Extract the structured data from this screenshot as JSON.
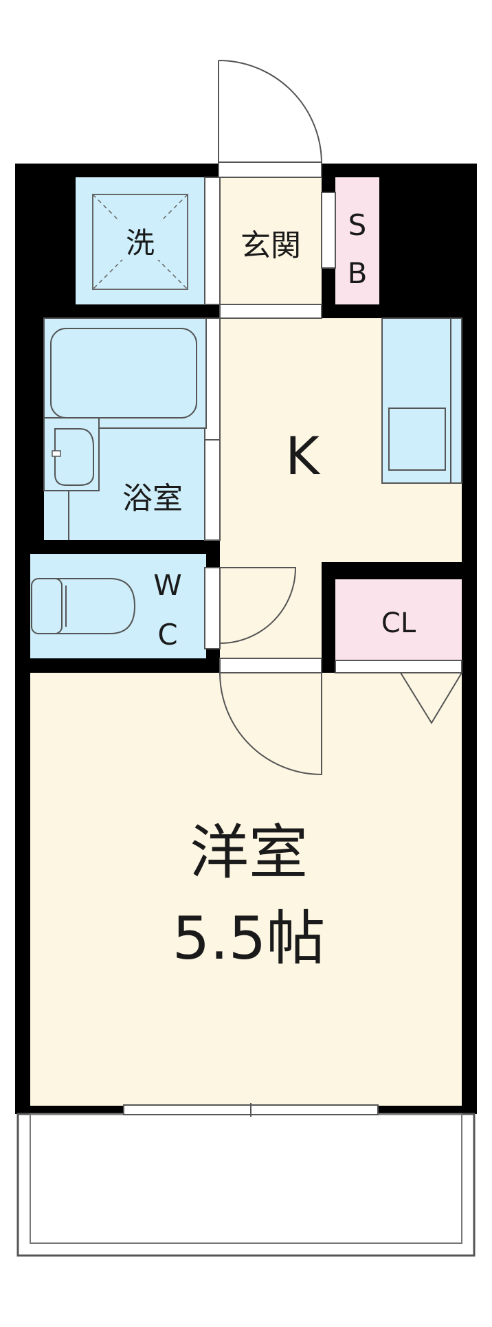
{
  "rooms": {
    "laundry": "洗",
    "entrance": "玄関",
    "shoe_box_top": "S",
    "shoe_box_bottom": "B",
    "kitchen": "K",
    "bath": "浴室",
    "toilet_top": "W",
    "toilet_bottom": "C",
    "closet": "CL",
    "western_room": "洋室",
    "western_room_size": "5.5帖"
  },
  "colors": {
    "wall": "#000000",
    "wet_area": "#cdeefa",
    "floor": "#fdf6e3",
    "storage": "#fbe3ec",
    "line": "#555555"
  }
}
